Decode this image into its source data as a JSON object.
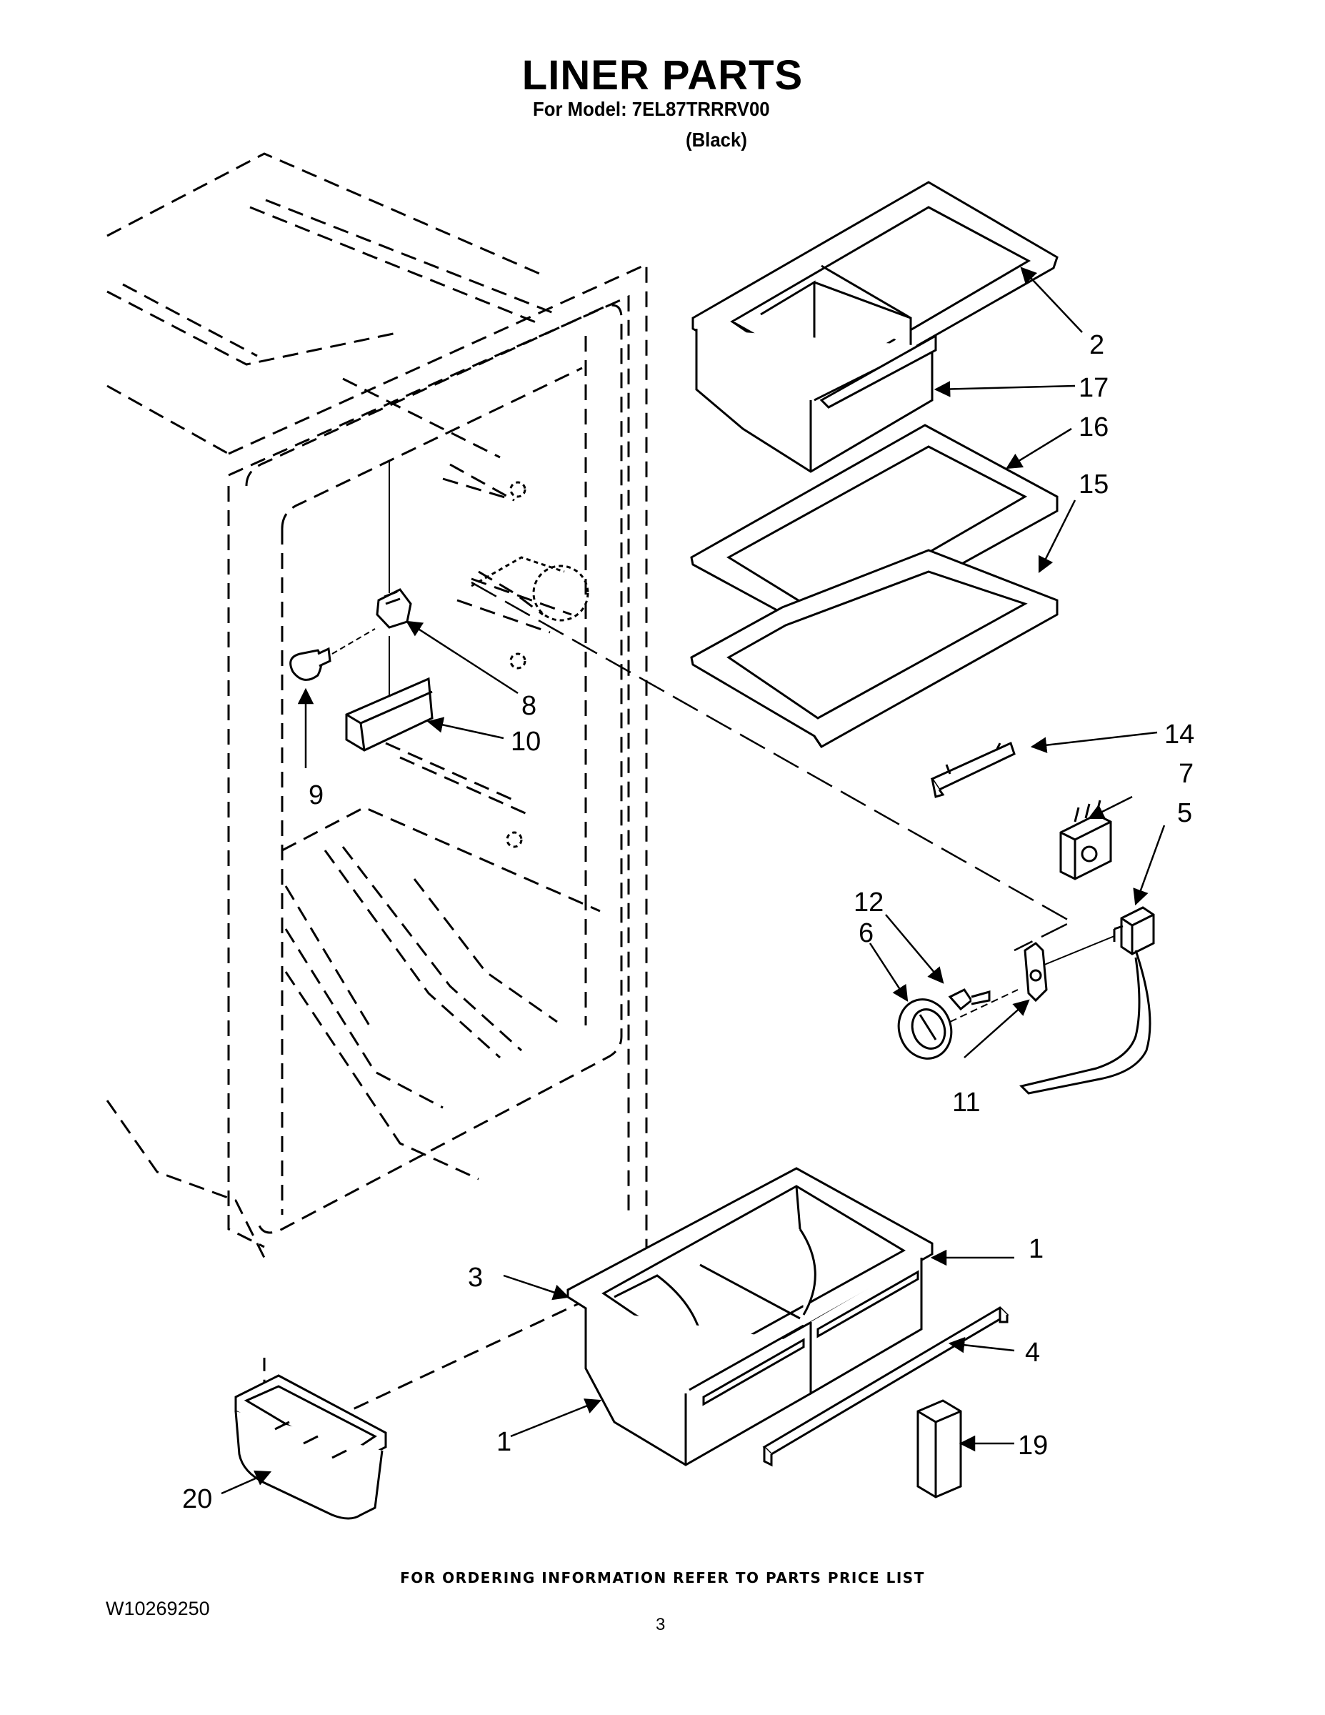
{
  "header": {
    "title": "LINER PARTS",
    "model_line": "For Model: 7EL87TRRRV00",
    "variant": "(Black)"
  },
  "callouts": {
    "c1a": "1",
    "c1b": "1",
    "c2": "2",
    "c3": "3",
    "c4": "4",
    "c5": "5",
    "c6": "6",
    "c7": "7",
    "c8": "8",
    "c9": "9",
    "c10": "10",
    "c11": "11",
    "c12": "12",
    "c14": "14",
    "c15": "15",
    "c16": "16",
    "c17": "17",
    "c19": "19",
    "c20": "20"
  },
  "footer": {
    "note": "FOR ORDERING INFORMATION REFER TO PARTS PRICE LIST",
    "doc_number": "W10269250",
    "page_number": "3"
  }
}
